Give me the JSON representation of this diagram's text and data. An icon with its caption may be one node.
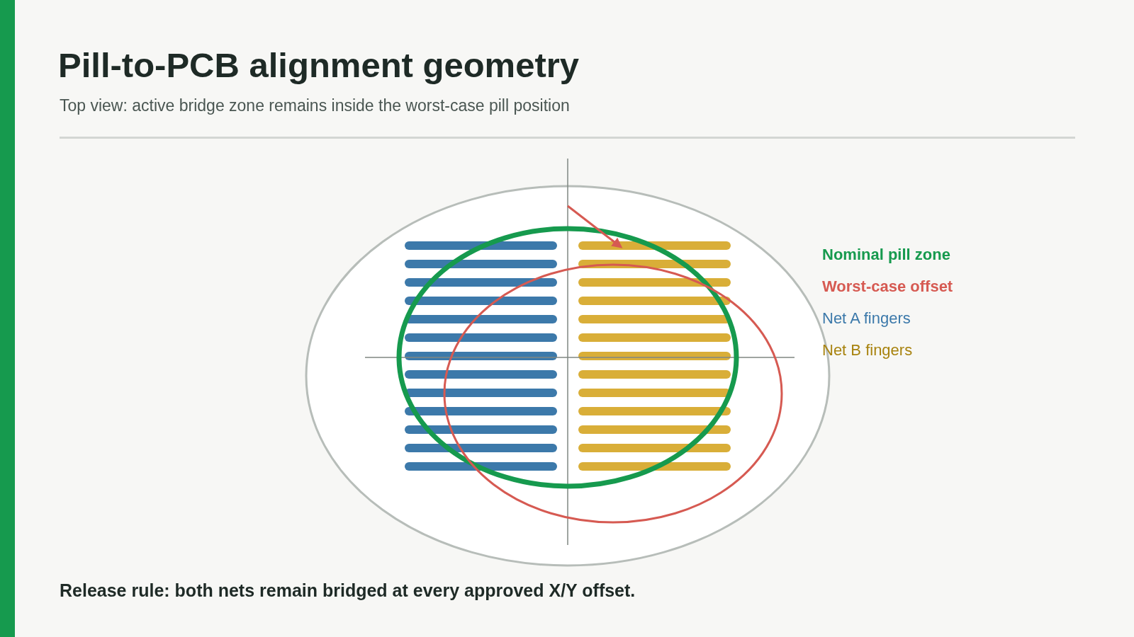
{
  "diagram": {
    "title": "Pill-to-PCB alignment geometry",
    "labels": [
      "Top view: active bridge zone remains inside the worst-case pill position"
    ],
    "legend": [
      {
        "text": "Nominal pill zone",
        "color": "#169a4e"
      },
      {
        "text": "Worst-case offset",
        "color": "#d65a52"
      },
      {
        "text": "Net A fingers",
        "color": "#3c79aa"
      },
      {
        "text": "Net B fingers",
        "color": "#a8830f"
      }
    ],
    "caption": "Release rule: both nets remain bridged at every approved X/Y offset."
  }
}
